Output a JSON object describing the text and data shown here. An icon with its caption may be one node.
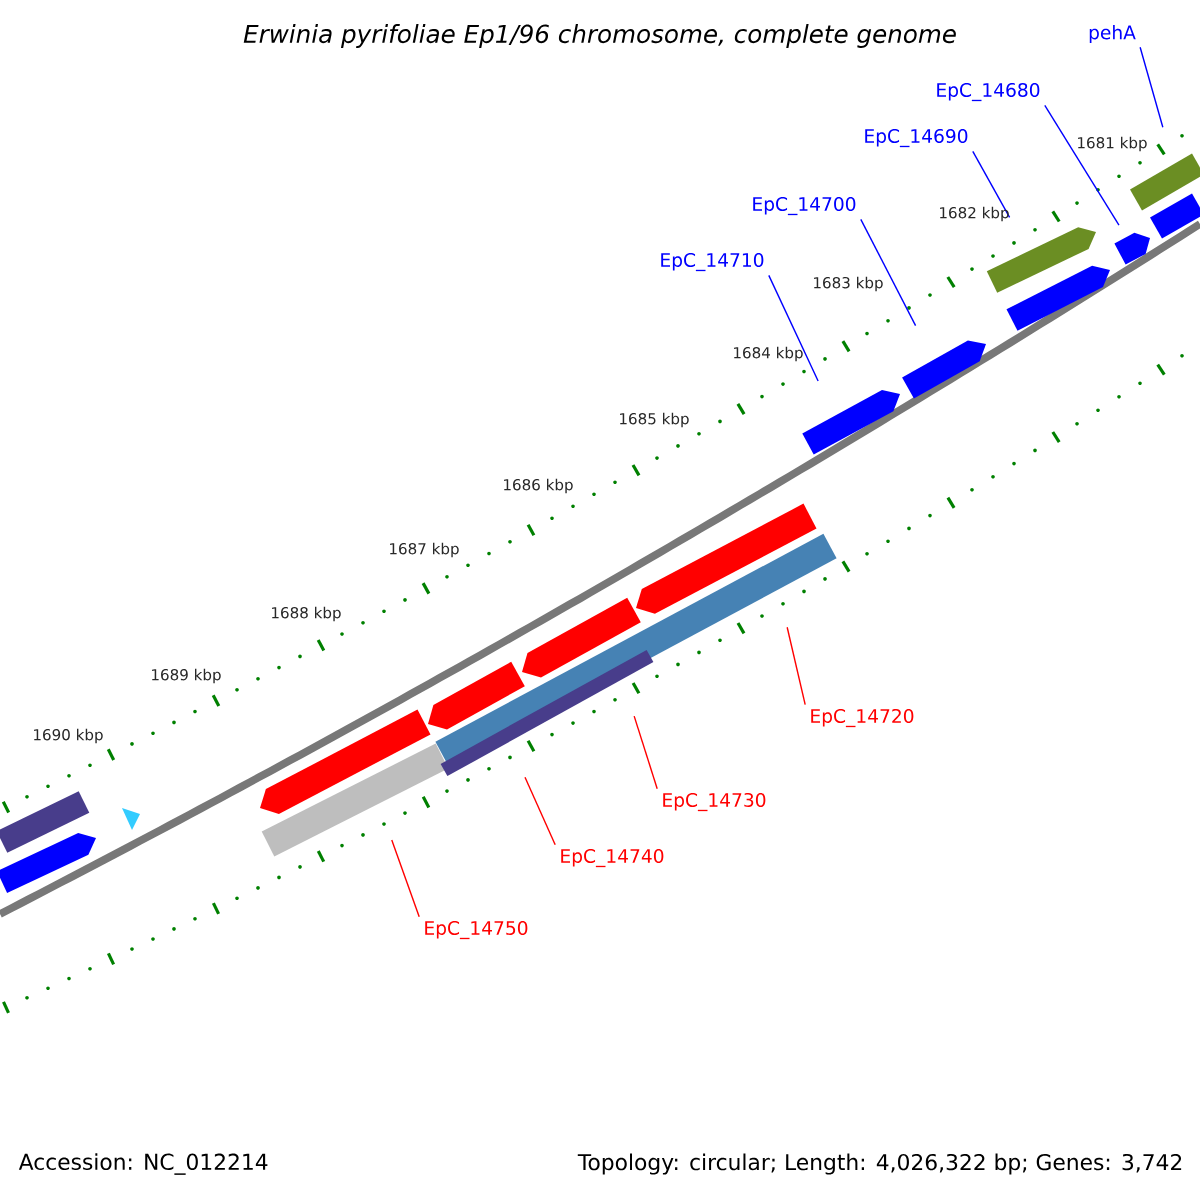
{
  "diagram": {
    "title": "Erwinia pyrifoliae Ep1/96 chromosome, complete genome",
    "nodes": [
      {
        "text": [
          "pehA"
        ]
      },
      {
        "text": [
          "EpC_14680"
        ]
      },
      {
        "text": [
          "EpC_14690"
        ]
      },
      {
        "text": [
          "EpC_14700"
        ]
      },
      {
        "text": [
          "EpC_14710"
        ]
      },
      {
        "text": [
          "EpC_14720"
        ]
      },
      {
        "text": [
          "EpC_14730"
        ]
      },
      {
        "text": [
          "EpC_14740"
        ]
      },
      {
        "text": [
          "EpC_14750"
        ]
      },
      {
        "text": [],
        "shape": "arrow"
      },
      {
        "text": [],
        "shape": "arrow"
      },
      {
        "text": [],
        "shape": "arrow"
      },
      {
        "text": [],
        "shape": "arrow"
      },
      {
        "text": [],
        "shape": "arrow"
      },
      {
        "text": [],
        "shape": "arrow"
      },
      {
        "text": [],
        "shape": "arrow"
      },
      {
        "text": [],
        "shape": "arrow"
      },
      {
        "text": [],
        "shape": "arrow"
      },
      {
        "text": [],
        "shape": "arrow"
      },
      {
        "text": [],
        "shape": "arrow"
      },
      {
        "text": [],
        "shape": "arrow"
      },
      {
        "text": [],
        "shape": "arrow"
      },
      {
        "text": [],
        "shape": "arrow"
      },
      {
        "text": [],
        "shape": "arrow"
      },
      {
        "text": [],
        "shape": "arrow"
      }
    ],
    "edges": [
      {
        "from": 0,
        "to": 23,
        "arrow": "none"
      },
      {
        "from": 1,
        "to": 22,
        "arrow": "none"
      },
      {
        "from": 2,
        "to": 20,
        "arrow": "none"
      },
      {
        "from": 3,
        "to": 19,
        "arrow": "none"
      },
      {
        "from": 4,
        "to": 18,
        "arrow": "none"
      },
      {
        "from": 5,
        "to": 14,
        "arrow": "none",
        "color": "#ff0000"
      },
      {
        "from": 6,
        "to": 15,
        "arrow": "none",
        "color": "#ff0000"
      },
      {
        "from": 7,
        "to": 15,
        "arrow": "none",
        "color": "#ff0000"
      },
      {
        "from": 8,
        "to": 12,
        "arrow": "none",
        "color": "#ff0000"
      }
    ],
    "labels": [
      "1681 kbp",
      "1682 kbp",
      "1683 kbp",
      "1684 kbp",
      "1685 kbp",
      "1686 kbp",
      "1687 kbp",
      "1688 kbp",
      "1689 kbp",
      "1690 kbp",
      "Accession: NC_012214",
      "Topology: circular; Length: 4,026,322 bp; Genes: 3,742"
    ]
  }
}
